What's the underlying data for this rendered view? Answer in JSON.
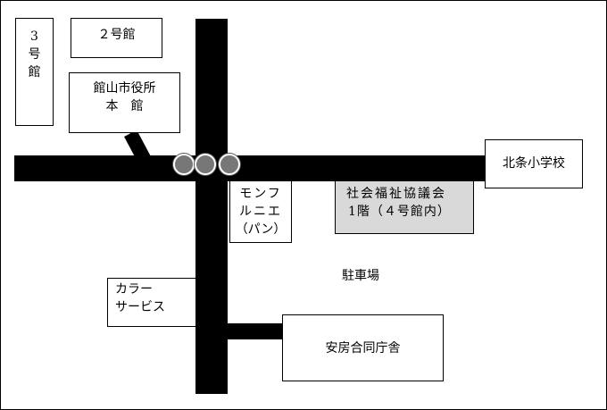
{
  "buildings": {
    "bldg3": {
      "lines": [
        "3",
        "号",
        "館"
      ]
    },
    "bldg2": {
      "label": "２号館"
    },
    "city_hall": {
      "lines": [
        "館山市役所",
        "本　館"
      ]
    },
    "school": {
      "label": "北条小学校"
    },
    "monfurunie": {
      "lines": [
        "モンフ",
        "ルニエ",
        "（パン）"
      ]
    },
    "welfare": {
      "lines": [
        "社会福祉協議会",
        "1階（４号館内）"
      ]
    },
    "color_service": {
      "lines": [
        "カラー",
        "サービス"
      ]
    },
    "government": {
      "label": "安房合同庁舎"
    }
  },
  "labels": {
    "parking": "駐車場"
  },
  "colors": {
    "road": "#000000",
    "welfare_fill": "#d9d9d9",
    "signal": "#777777"
  },
  "icons": [
    "traffic-signal-icon"
  ]
}
